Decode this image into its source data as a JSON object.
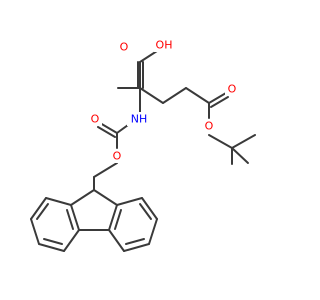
{
  "colors": {
    "bond": "#3a3a3a",
    "oxygen": "#ff0000",
    "nitrogen": "#0000ff",
    "background": "#ffffff"
  },
  "atom_labels": {
    "oh": "OH",
    "carbonyl_o_acid": "O",
    "ester_carbonyl_o": "O",
    "ester_o": "O",
    "nh": "NH",
    "carbamate_carbonyl_o": "O",
    "carbamate_o": "O"
  }
}
